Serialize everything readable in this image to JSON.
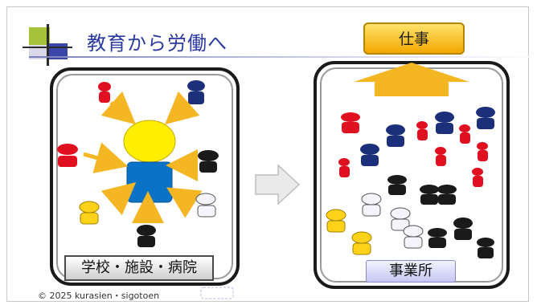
{
  "slide": {
    "title": "教育から労働へ",
    "school_label": "学校・施設・病院",
    "office_label": "事業所",
    "job_label": "仕事",
    "copyright": "© 2025 kurasien・sigotoen"
  },
  "colors": {
    "title": "#2b3a9e",
    "arrow": "#f5b623",
    "center_head": "#ffee00",
    "center_body": "#0a73c8",
    "red": "#e01020",
    "navy": "#1c2f7a",
    "black": "#1a1a1a",
    "white": "#f4f4fa",
    "yellow": "#ffd21a"
  }
}
